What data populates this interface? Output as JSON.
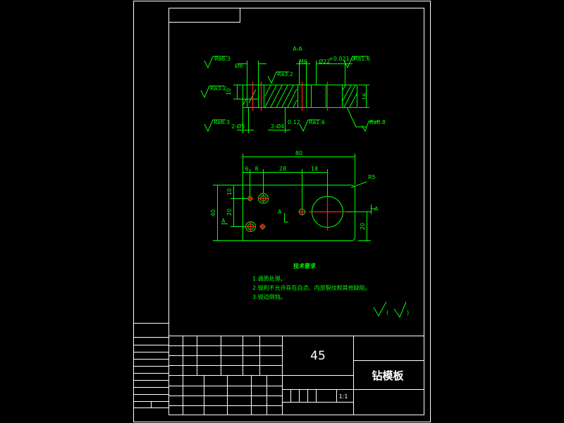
{
  "colors": {
    "background": "#000000",
    "frame": "#ffffff",
    "geometry": "#00ff00",
    "centerline": "#ff2020"
  },
  "section_view": {
    "label": "A-A",
    "dims": {
      "d8": "Ø8",
      "m6": "M6",
      "d22": "Ø22",
      "d22_tol": "+0.021\n0",
      "thickness": "10",
      "height": "16",
      "two_d5": "2-Ø5",
      "two_d4": "2-Ø4",
      "d4_tol": "0.12"
    },
    "roughness": {
      "r1": "Ra6.3",
      "r2": "Ra3.2",
      "r3": "Ra3.2",
      "r4": "Ra1.6",
      "r5": "Ra6.3",
      "r6": "Ra1.6",
      "r7": "Ra0.8"
    }
  },
  "plan_view": {
    "overall_length": "80",
    "d6": "6",
    "d8": "8",
    "d28": "28",
    "d18": "18",
    "radius": "R5",
    "height": "40",
    "h10": "10",
    "h20": "20",
    "h20_right": "20",
    "section_mark": "A"
  },
  "tech_req": {
    "title": "技术要求",
    "items": [
      "1.调质处理。",
      "2.锐利不允许存在白点、内部裂纹和其他缺陷。",
      "3.锐边倒钝。"
    ]
  },
  "surface_finish": {
    "paren_open": "(",
    "paren_close": ")"
  },
  "title_block": {
    "material": "45",
    "part_name": "钻模板",
    "scale": "1:1"
  }
}
